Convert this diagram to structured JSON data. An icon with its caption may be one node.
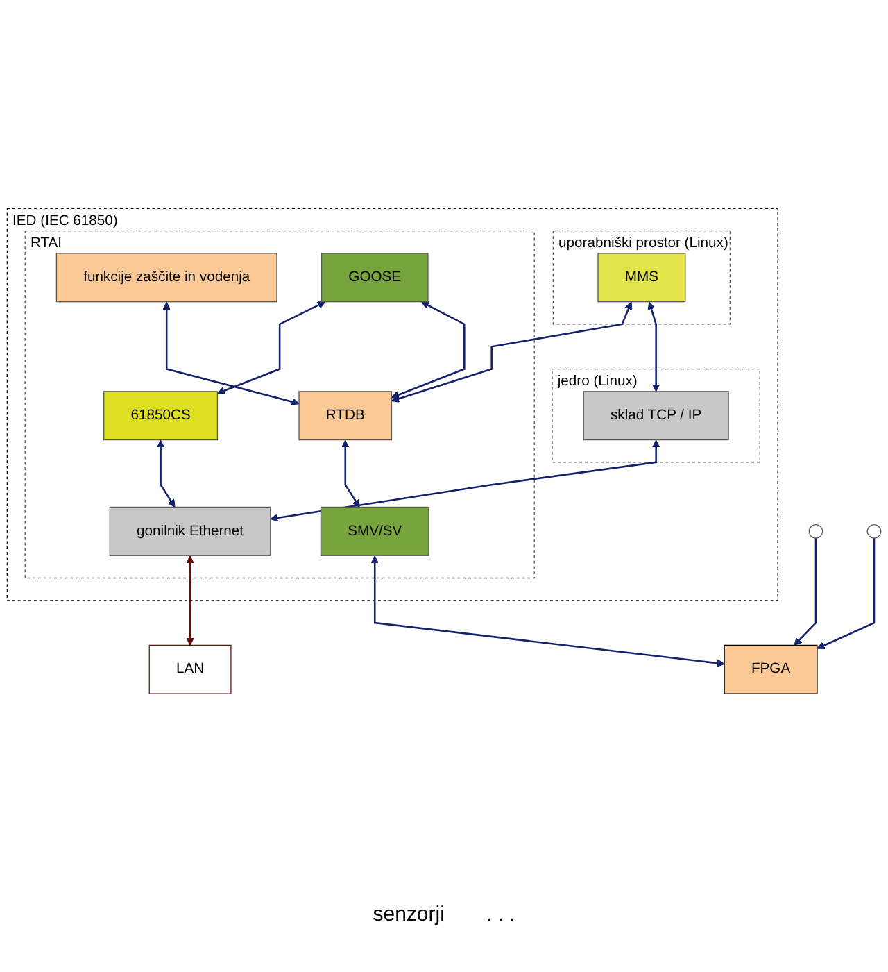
{
  "diagram": {
    "nodes": [
      {
        "text": [
          "IED (IEC 61850)"
        ]
      },
      {
        "text": [
          "uporabniški prostor (Linux)"
        ],
        "in": 0
      },
      {
        "text": [
          "jedro (Linux)"
        ],
        "in": 0
      },
      {
        "text": [
          "RTAI"
        ],
        "in": 0
      },
      {
        "text": [
          "MMS"
        ],
        "in": 1
      },
      {
        "text": [
          "funkcije zaščite in vodenja"
        ],
        "in": 3
      },
      {
        "text": [
          "sklad TCP / IP"
        ],
        "in": 2
      },
      {
        "text": [
          "GOOSE"
        ],
        "in": 3
      },
      {
        "text": [
          "RTDB"
        ],
        "in": 3
      },
      {
        "text": [
          "SMV/SV"
        ],
        "in": 3
      },
      {
        "text": [
          "61850CS"
        ],
        "in": 3
      },
      {
        "text": [
          "gonilnik Ethernet"
        ],
        "in": 3
      },
      {
        "text": [
          "FPGA"
        ]
      },
      {
        "text": [],
        "shape": "circle"
      },
      {
        "text": [],
        "shape": "circle"
      },
      {
        "text": [
          "LAN"
        ]
      }
    ],
    "edges": [
      {
        "from": 4,
        "to": 6,
        "arrow": "both"
      },
      {
        "from": 4,
        "to": 8,
        "arrow": "both"
      },
      {
        "from": 5,
        "to": 8,
        "arrow": "both"
      },
      {
        "from": 7,
        "to": 8,
        "arrow": "both"
      },
      {
        "from": 8,
        "to": 9,
        "arrow": "both"
      },
      {
        "from": 7,
        "to": 10,
        "arrow": "both"
      },
      {
        "from": 10,
        "to": 11,
        "arrow": "both"
      },
      {
        "from": 6,
        "to": 11,
        "arrow": "both"
      },
      {
        "from": 9,
        "to": 12,
        "arrow": "both"
      },
      {
        "from": 11,
        "to": 15,
        "arrow": "both",
        "color": "#6b0f0f"
      },
      {
        "from": 13,
        "to": 12,
        "arrow": "to"
      },
      {
        "from": 14,
        "to": 12,
        "arrow": "to"
      }
    ],
    "labels": [
      "senzorji",
      ". . ."
    ]
  }
}
